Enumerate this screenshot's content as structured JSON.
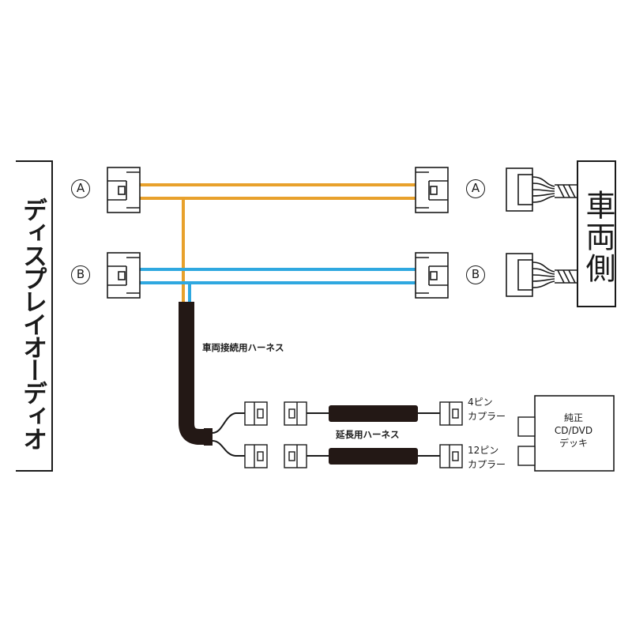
{
  "display_label": "ディスプレイオーディオ",
  "vehicle_label": "車両側",
  "connector_labels": {
    "a": "A",
    "b": "B"
  },
  "harness": {
    "vehicle_connection": "車両接続用ハーネス",
    "extension": "延長用ハーネス"
  },
  "couplers": {
    "four_pin_line1": "4ピン",
    "four_pin_line2": "カプラー",
    "twelve_pin_line1": "12ピン",
    "twelve_pin_line2": "カプラー"
  },
  "deck": {
    "line1": "純正",
    "line2": "CD/DVD",
    "line3": "デッキ"
  },
  "colors": {
    "orange_wire": "#e8a12c",
    "blue_wire": "#2fa8e0",
    "harness_black": "#231815",
    "stroke": "#1a1a1a"
  }
}
